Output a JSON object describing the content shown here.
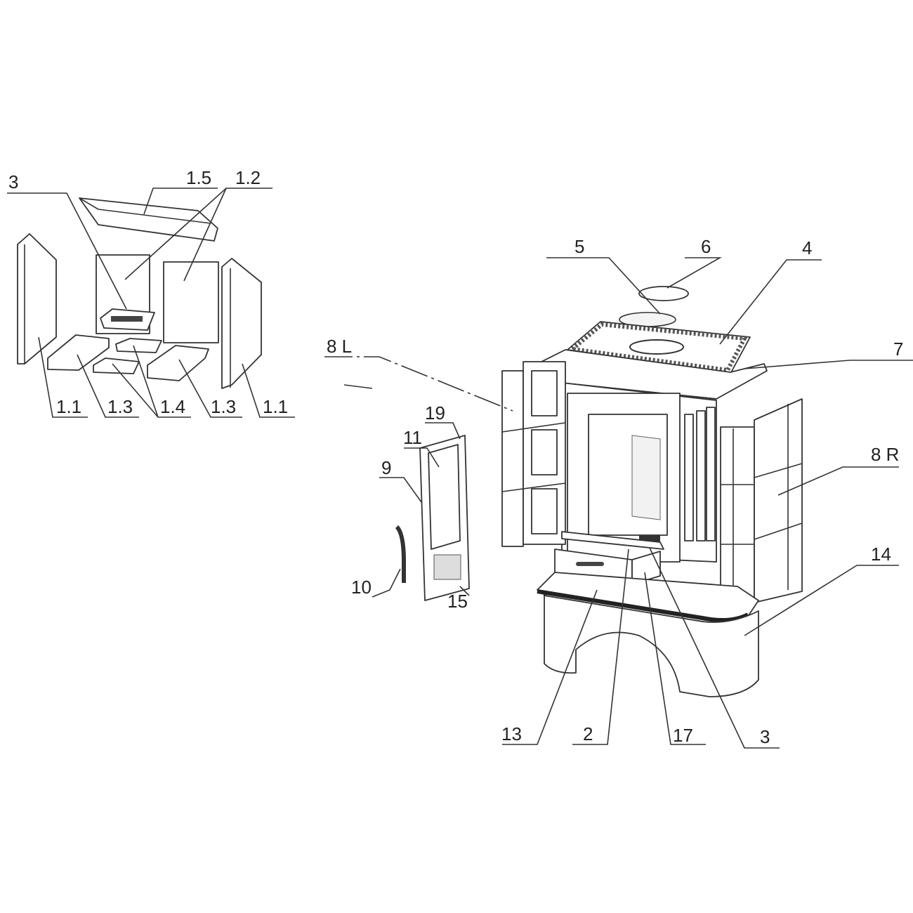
{
  "title": "Stove exploded parts diagram",
  "firebox_parts": {
    "labels": [
      "3",
      "1.5",
      "1.2",
      "1.1",
      "1.3",
      "1.4",
      "1.3",
      "1.1"
    ]
  },
  "stove_parts": {
    "labels": [
      "5",
      "6",
      "4",
      "7",
      "8 L",
      "8 R",
      "14",
      "19",
      "11",
      "9",
      "10",
      "15",
      "13",
      "2",
      "17",
      "3"
    ]
  }
}
